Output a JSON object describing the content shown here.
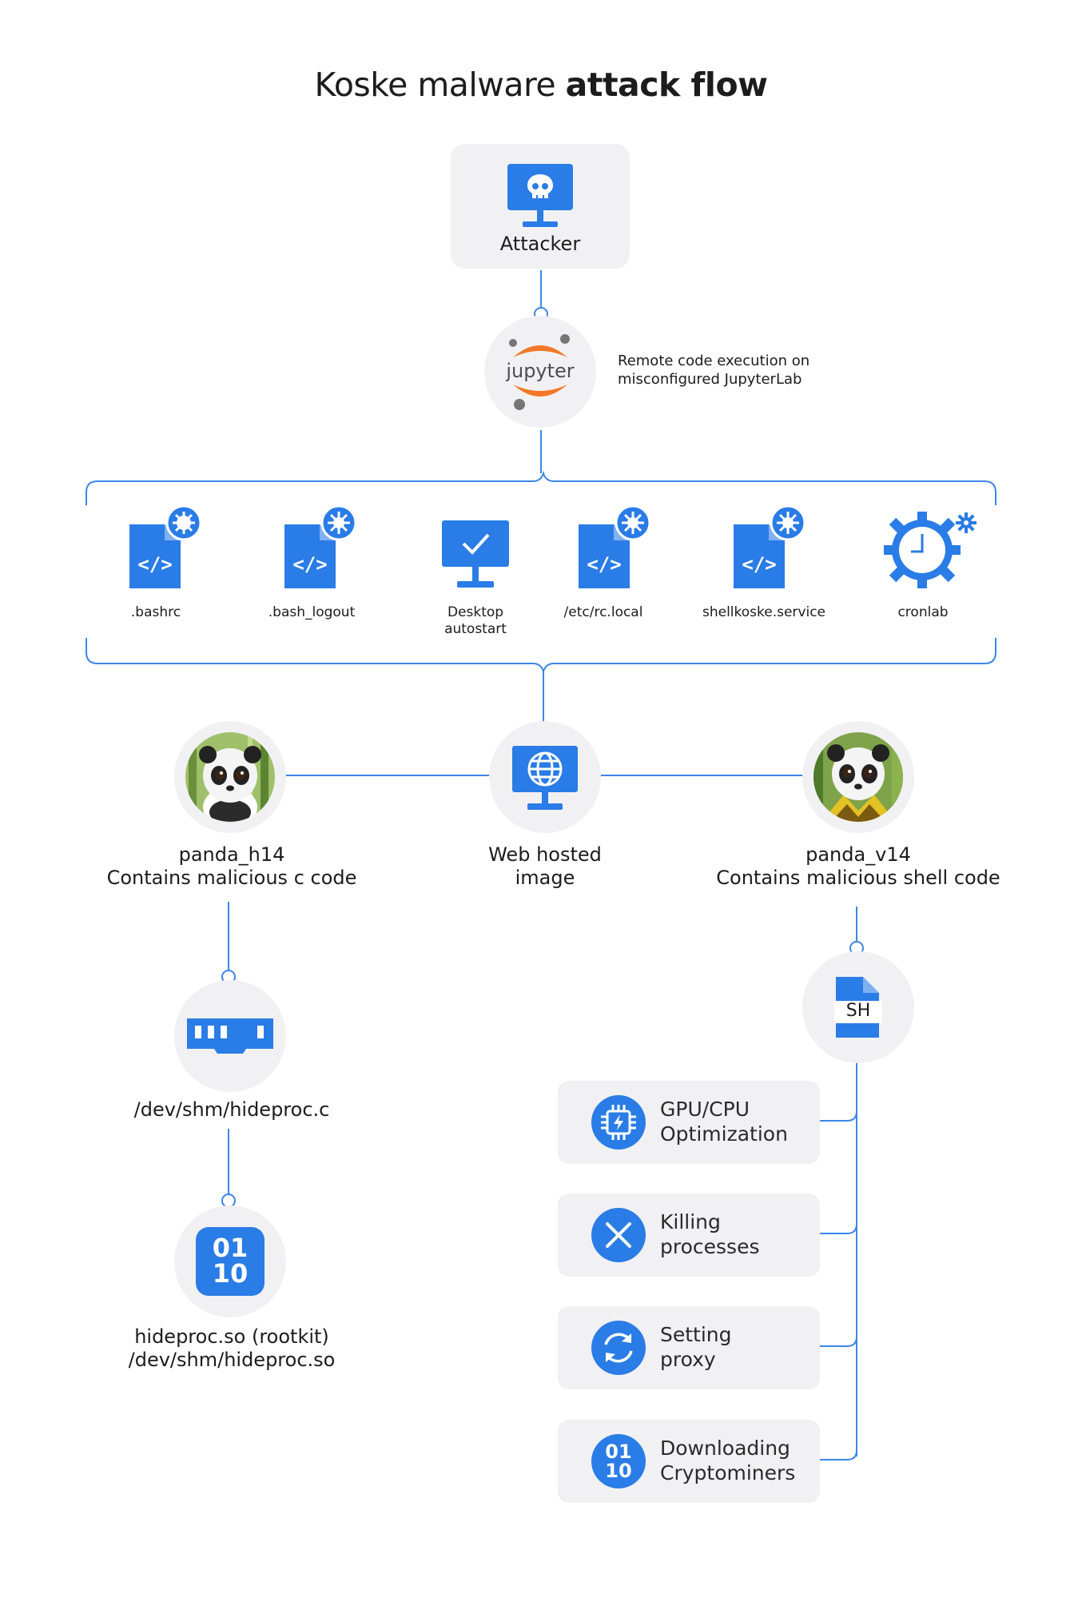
{
  "title": {
    "regular": "Koske malware",
    "bold": "attack flow"
  },
  "attacker": {
    "label": "Attacker",
    "icon": "skull-monitor-icon"
  },
  "jupyter": {
    "logo_text": "jupyter",
    "note_line1": "Remote code execution on",
    "note_line2": "misconfigured JupyterLab"
  },
  "persistence": [
    {
      "label": ".bashrc",
      "icon": "code-file-gear-icon"
    },
    {
      "label": ".bash_logout",
      "icon": "code-file-gear-icon"
    },
    {
      "label": "Desktop",
      "label2": "autostart",
      "icon": "monitor-check-icon"
    },
    {
      "label": "/etc/rc.local",
      "icon": "code-file-gear-icon"
    },
    {
      "label": "shellkoske.service",
      "icon": "code-file-gear-icon"
    },
    {
      "label": "cronlab",
      "icon": "gear-clock-icon"
    }
  ],
  "images": {
    "left": {
      "line1": "panda_h14",
      "line2": "Contains malicious c code",
      "icon": "panda-image"
    },
    "center": {
      "line1": "Web hosted",
      "line2": "image",
      "icon": "globe-monitor-icon"
    },
    "right": {
      "line1": "panda_v14",
      "line2": "Contains malicious shell code",
      "icon": "panda-image"
    }
  },
  "left_chain": {
    "step1": {
      "label": "/dev/shm/hideproc.c",
      "icon": "memory-chip-icon"
    },
    "step2": {
      "line1": "hideproc.so (rootkit)",
      "line2": "/dev/shm/hideproc.so",
      "icon": "binary-icon",
      "icon_top": "01",
      "icon_bottom": "10"
    }
  },
  "right_chain": {
    "script": {
      "label": "SH",
      "icon": "sh-file-icon"
    },
    "actions": [
      {
        "line1": "GPU/CPU",
        "line2": "Optimization",
        "icon": "cpu-bolt-icon"
      },
      {
        "line1": "Killing",
        "line2": "processes",
        "icon": "close-x-icon"
      },
      {
        "line1": "Setting",
        "line2": "proxy",
        "icon": "refresh-icon"
      },
      {
        "line1": "Downloading",
        "line2": "Cryptominers",
        "icon": "binary-icon",
        "icon_top": "01",
        "icon_bottom": "10"
      }
    ]
  },
  "colors": {
    "accent": "#2a7ce6",
    "line": "#3b86ea",
    "box_bg": "#f1f1f3",
    "jupyter_orange": "#f37726"
  }
}
